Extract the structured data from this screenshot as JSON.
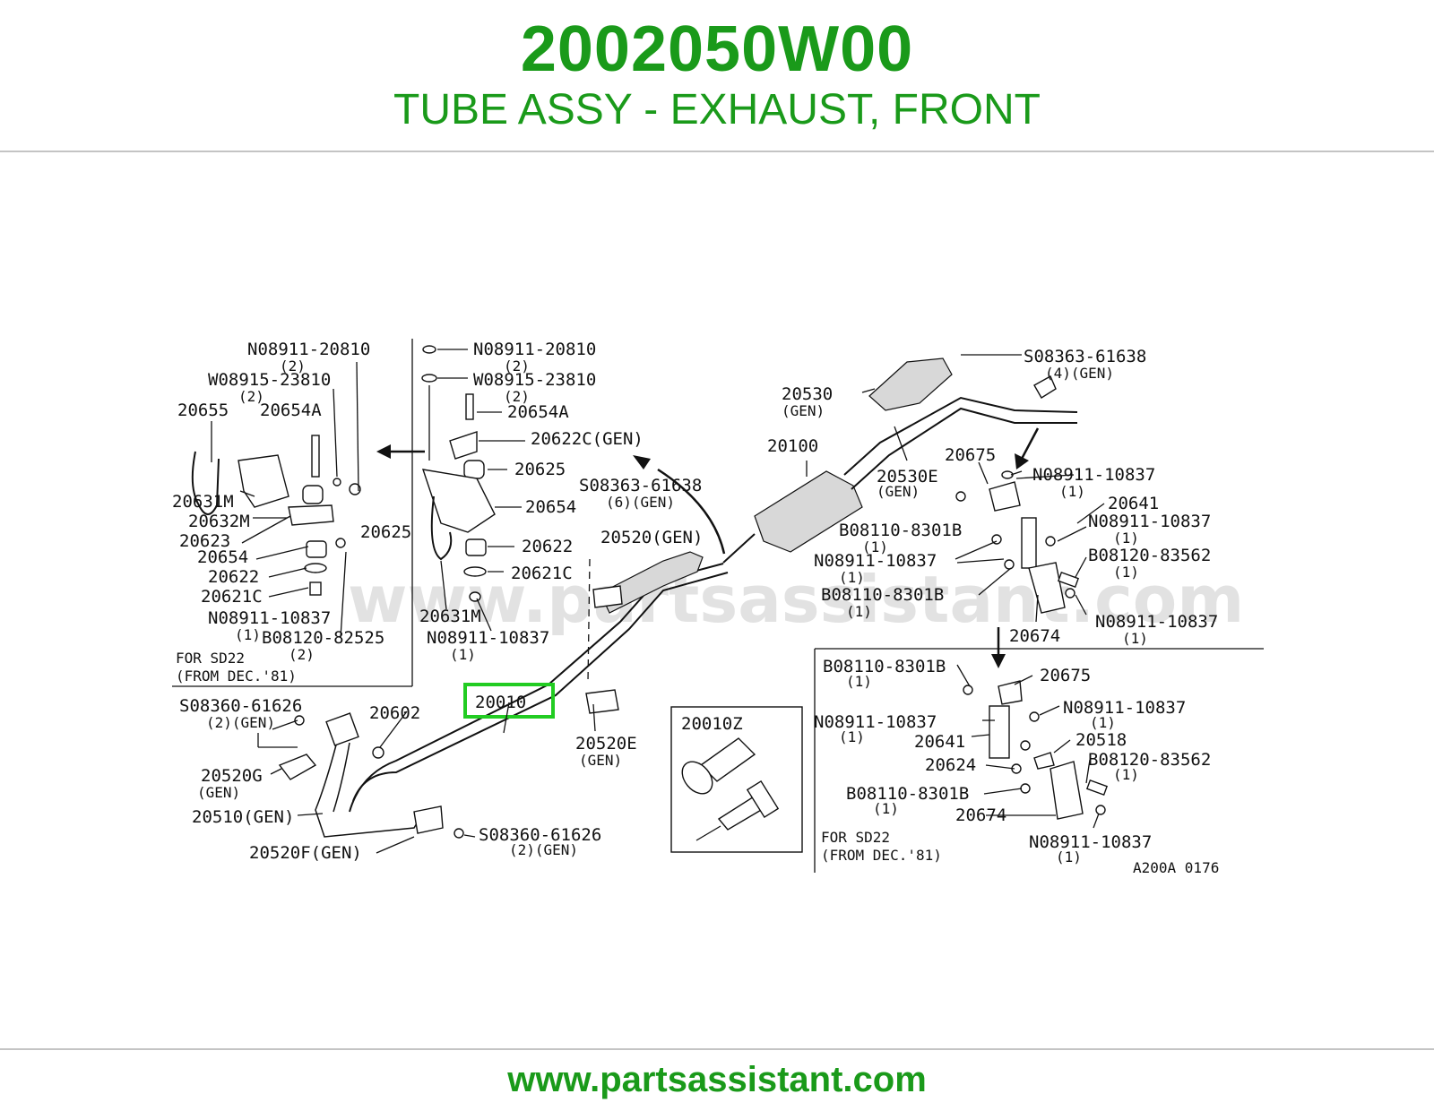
{
  "header": {
    "part_number": "2002050W00",
    "description": "TUBE ASSY - EXHAUST, FRONT"
  },
  "footer": {
    "url": "www.partsassistant.com"
  },
  "diagram": {
    "watermark": "www.partsassistant.com",
    "figure_code": "A200A 0176",
    "highlight": "20010",
    "kit_box": "20010Z",
    "left_panel": {
      "l_n1": "N08911-20810",
      "l_n1_q": "(2)",
      "l_w1": "W08915-23810",
      "l_w1_q": "(2)",
      "l_20655": "20655",
      "l_20654A": "20654A",
      "l_20631M": "20631M",
      "l_20632M": "20632M",
      "l_20623": "20623",
      "l_20654": "20654",
      "l_20622": "20622",
      "l_20621C": "20621C",
      "l_20625": "20625",
      "l_n2": "N08911-10837",
      "l_n2_q": "(1)",
      "l_b1": "B08120-82525",
      "l_b1_q": "(2)",
      "note1": "FOR SD22",
      "note2": "(FROM DEC.'81)"
    },
    "middle_panel": {
      "m_n1": "N08911-20810",
      "m_n1_q": "(2)",
      "m_w1": "W08915-23810",
      "m_w1_q": "(2)",
      "m_20654A": "20654A",
      "m_20622C": "20622C(GEN)",
      "m_20625": "20625",
      "m_s1": "S08363-61638",
      "m_s1_q": "(6)(GEN)",
      "m_20654": "20654",
      "m_20520": "20520(GEN)",
      "m_20622": "20622",
      "m_20621C": "20621C",
      "m_20631M": "20631M",
      "m_n2": "N08911-10837",
      "m_n2_q": "(1)"
    },
    "right_panel": {
      "r_s1": "S08363-61638",
      "r_s1_q": "(4)(GEN)",
      "r_20530": "20530",
      "r_20530_q": "(GEN)",
      "r_20100": "20100",
      "r_20530E": "20530E",
      "r_20530E_q": "(GEN)",
      "r_20675": "20675",
      "r_n1": "N08911-10837",
      "r_n1_q": "(1)",
      "r_20641": "20641",
      "r_b1": "B08110-8301B",
      "r_b1_q": "(1)",
      "r_n2": "N08911-10837",
      "r_n2_q": "(1)",
      "r_b2": "B08120-83562",
      "r_b2_q": "(1)",
      "r_n3": "N08911-10837",
      "r_n3_q": "(1)",
      "r_b3": "B08110-8301B",
      "r_b3_q": "(1)",
      "r_n4": "N08911-10837",
      "r_n4_q": "(1)",
      "r_20674": "20674"
    },
    "lower_left": {
      "ll_s1": "S08360-61626",
      "ll_s1_q": "(2)(GEN)",
      "ll_20602": "20602",
      "ll_20520G": "20520G",
      "ll_20520G_q": "(GEN)",
      "ll_20510": "20510(GEN)",
      "ll_20520F": "20520F(GEN)",
      "ll_s2": "S08360-61626",
      "ll_s2_q": "(2)(GEN)",
      "ll_20520E": "20520E",
      "ll_20520E_q": "(GEN)"
    },
    "lower_right": {
      "lr_b1": "B08110-8301B",
      "lr_b1_q": "(1)",
      "lr_20675": "20675",
      "lr_n1": "N08911-10837",
      "lr_n1_q": "(1)",
      "lr_n2": "N08911-10837",
      "lr_n2_q": "(1)",
      "lr_20641": "20641",
      "lr_20518": "20518",
      "lr_20624": "20624",
      "lr_b2": "B08120-83562",
      "lr_b2_q": "(1)",
      "lr_b3": "B08110-8301B",
      "lr_b3_q": "(1)",
      "lr_20674": "20674",
      "lr_n3": "N08911-10837",
      "lr_n3_q": "(1)",
      "note1": "FOR SD22",
      "note2": "(FROM DEC.'81)"
    },
    "colors": {
      "brand_green": "#1a9a1a",
      "highlight_green": "#22cc22"
    }
  }
}
